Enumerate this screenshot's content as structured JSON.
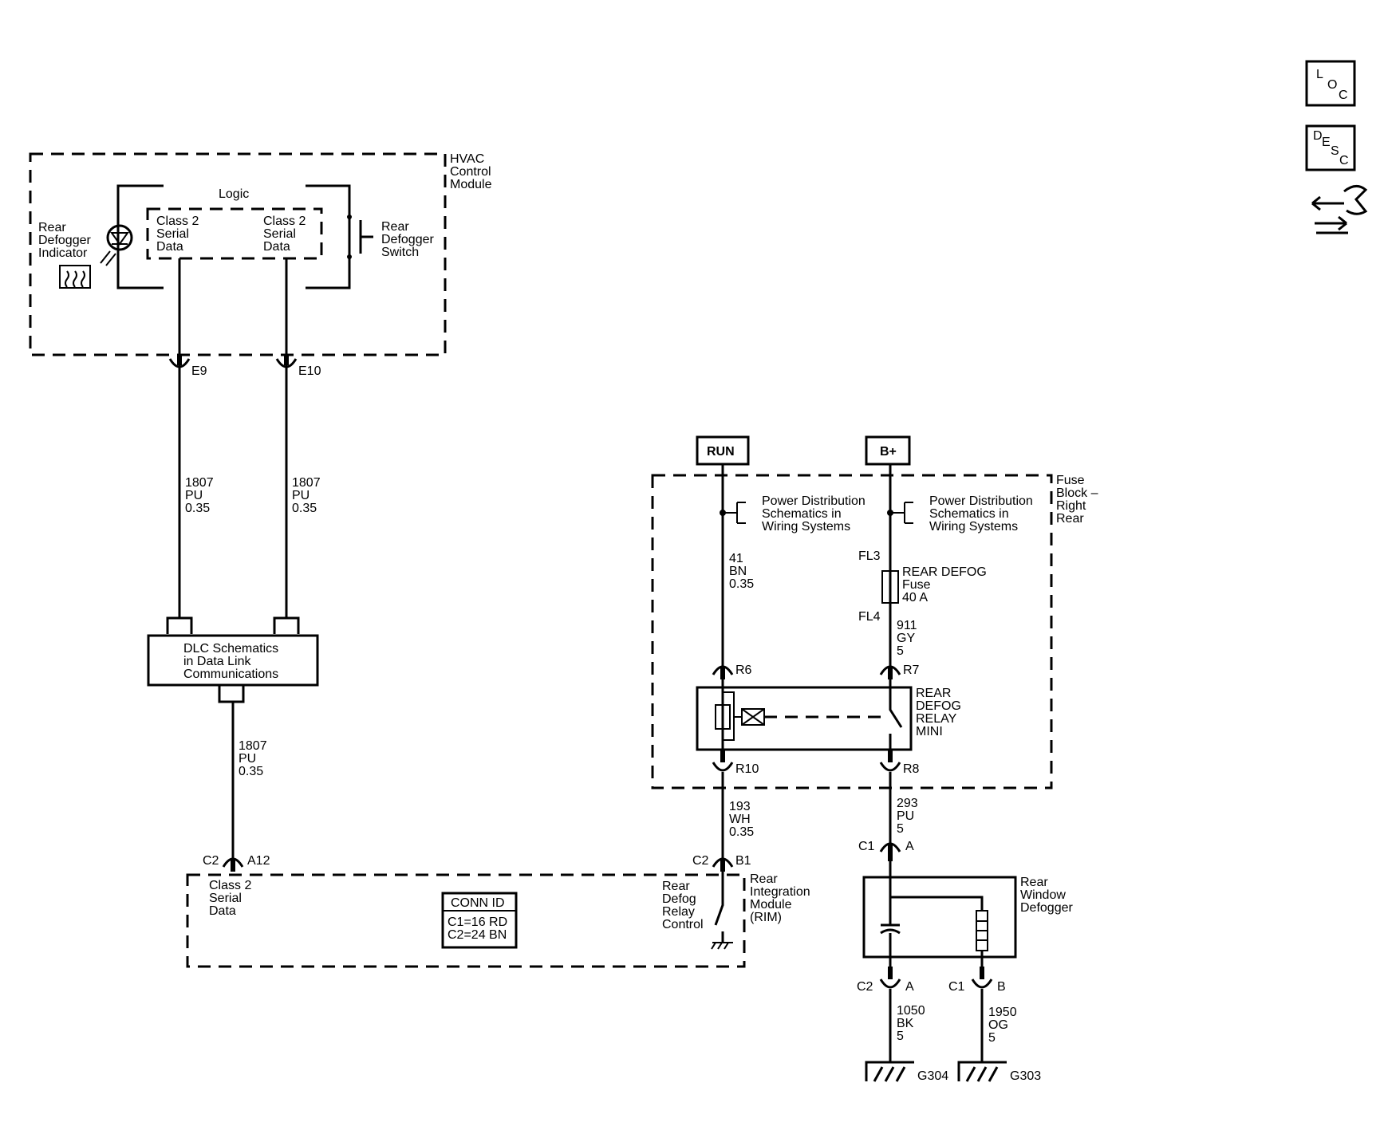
{
  "nav": {
    "loc_letters": [
      "L",
      "O",
      "C"
    ],
    "desc_letters": [
      "D",
      "E",
      "S",
      "C"
    ],
    "tool_icon": "relay-tool-icon"
  },
  "hvac": {
    "module_name": [
      "HVAC",
      "Control",
      "Module"
    ],
    "logic": "Logic",
    "serial_left": [
      "Class 2",
      "Serial",
      "Data"
    ],
    "serial_right": [
      "Class 2",
      "Serial",
      "Data"
    ],
    "indicator": [
      "Rear",
      "Defogger",
      "Indicator"
    ],
    "switch": [
      "Rear",
      "Defogger",
      "Switch"
    ],
    "pin_e9": "E9",
    "pin_e10": "E10"
  },
  "wires": {
    "w1807_left": [
      "1807",
      "PU",
      "0.35"
    ],
    "w1807_right": [
      "1807",
      "PU",
      "0.35"
    ],
    "w1807_dlc": [
      "1807",
      "PU",
      "0.35"
    ],
    "w41": [
      "41",
      "BN",
      "0.35"
    ],
    "w911": [
      "911",
      "GY",
      "5"
    ],
    "w193": [
      "193",
      "WH",
      "0.35"
    ],
    "w293": [
      "293",
      "PU",
      "5"
    ],
    "w1050": [
      "1050",
      "BK",
      "5"
    ],
    "w1950": [
      "1950",
      "OG",
      "5"
    ]
  },
  "dlc": {
    "text": [
      "DLC Schematics",
      "in Data Link",
      "Communications"
    ]
  },
  "power": {
    "run": "RUN",
    "bplus": "B+",
    "pd_left": [
      "Power Distribution",
      "Schematics in",
      "Wiring Systems"
    ],
    "pd_right": [
      "Power Distribution",
      "Schematics in",
      "Wiring Systems"
    ],
    "fuse_block": [
      "Fuse",
      "Block –",
      "Right",
      "Rear"
    ],
    "fl3": "FL3",
    "fl4": "FL4",
    "fuse": [
      "REAR DEFOG",
      "Fuse",
      "40 A"
    ],
    "relay": [
      "REAR",
      "DEFOG",
      "RELAY",
      "MINI"
    ],
    "r6": "R6",
    "r7": "R7",
    "r10": "R10",
    "r8": "R8"
  },
  "rim": {
    "c2_a12": [
      "C2",
      "A12"
    ],
    "c2_b1": [
      "C2",
      "B1"
    ],
    "serial": [
      "Class 2",
      "Serial",
      "Data"
    ],
    "conn_id": "CONN ID",
    "conn_lines": [
      "C1=16 RD",
      "C2=24 BN"
    ],
    "relay_control": [
      "Rear",
      "Defog",
      "Relay",
      "Control"
    ],
    "module": [
      "Rear",
      "Integration",
      "Module",
      "(RIM)"
    ]
  },
  "defogger": {
    "c1_a": [
      "C1",
      "A"
    ],
    "name": [
      "Rear",
      "Window",
      "Defogger"
    ],
    "c2_a": [
      "C2",
      "A"
    ],
    "c1_b": [
      "C1",
      "B"
    ],
    "g304": "G304",
    "g303": "G303"
  }
}
